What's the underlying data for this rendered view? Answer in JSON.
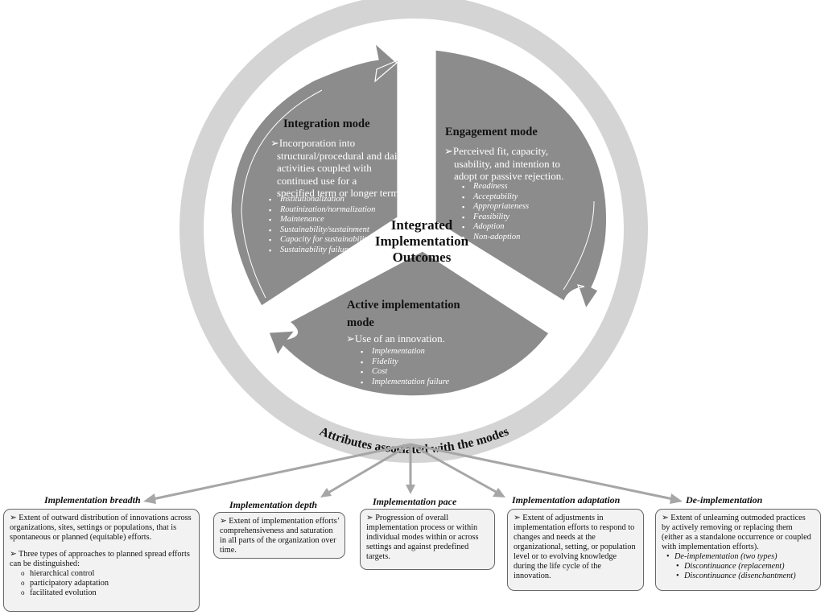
{
  "center": {
    "line1": "Integrated",
    "line2": "Implementation",
    "line3": "Outcomes"
  },
  "ring_label": "Attributes associated with the modes",
  "integration": {
    "title": "Integration mode",
    "desc": [
      "➢Incorporation into",
      "structural/procedural and daily",
      "activities coupled with",
      "continued use for a",
      "specified term or longer term."
    ],
    "bullets": [
      "Institutionalization",
      "Routinization/normalization",
      "Maintenance",
      "Sustainability/sustainment",
      "Capacity for sustainability",
      "Sustainability failure"
    ]
  },
  "engagement": {
    "title": "Engagement mode",
    "desc": [
      "➢Perceived fit, capacity,",
      "usability, and intention to",
      "adopt or passive rejection."
    ],
    "bullets": [
      "Readiness",
      "Acceptability",
      "Appropriateness",
      "Feasibility",
      "Adoption",
      "Non-adoption"
    ]
  },
  "active": {
    "title_line1": "Active implementation",
    "title_line2": "mode",
    "desc": "➢Use of an innovation.",
    "bullets": [
      "Implementation",
      "Fidelity",
      "Cost",
      "Implementation failure"
    ]
  },
  "attributes": {
    "breadth": {
      "heading": "Implementation breadth",
      "p1": "➢ Extent of outward distribution of innovations across organizations, sites, settings or populations, that is spontaneous or planned (equitable) efforts.",
      "p2": "➢ Three types of approaches to planned spread efforts can be distinguished:",
      "items": [
        "hierarchical control",
        "participatory adaptation",
        "facilitated evolution"
      ]
    },
    "depth": {
      "heading": "Implementation depth",
      "p1": "➢ Extent of implementation efforts’ comprehensiveness and saturation in all parts of the organization over time."
    },
    "pace": {
      "heading": "Implementation pace",
      "p1": "➢ Progression of overall implementation process or within individual modes within or across settings and against predefined targets."
    },
    "adaptation": {
      "heading": "Implementation adaptation",
      "p1": "➢ Extent of adjustments in implementation efforts to respond to changes and needs at the organizational, setting, or population level or to evolving knowledge during the life cycle of the innovation."
    },
    "deimpl": {
      "heading": "De-implementation",
      "p1": "➢ Extent of unlearning outmoded practices by actively removing or replacing them (either as a standalone occurrence or coupled with implementation efforts).",
      "p2": "De-implementation (two types)",
      "items": [
        "Discontinuance (replacement)",
        "Discontinuance (disenchantment)"
      ]
    }
  },
  "colors": {
    "ring": "#d4d4d4",
    "segment": "#8c8c8c",
    "segment_dark": "#7a7a7a",
    "arrow": "#a6a6a6",
    "box_fill": "#f2f2f2",
    "box_border": "#666666"
  }
}
